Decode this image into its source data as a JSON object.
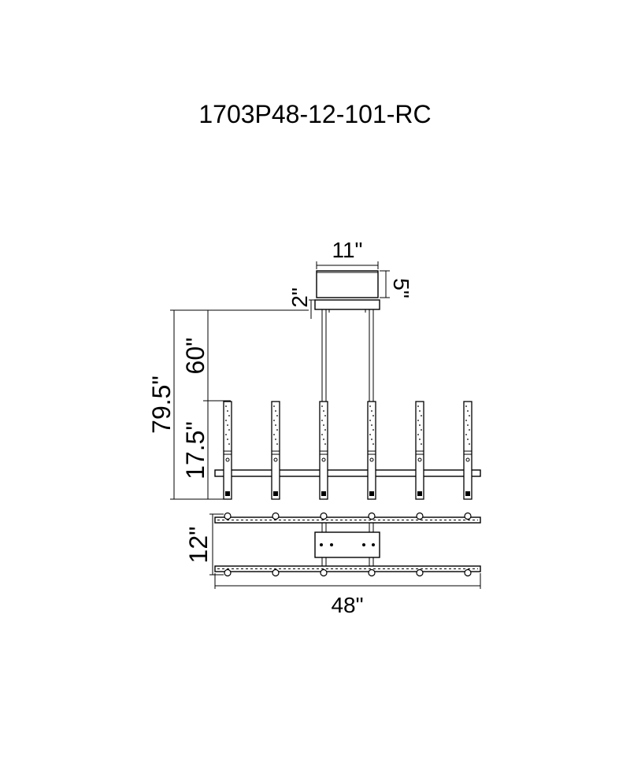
{
  "title": "1703P48-12-101-RC",
  "dimensions": {
    "canopy_width": "11\"",
    "canopy_height": "5\"",
    "canopy_plate": "2\"",
    "overall_height": "79.5\"",
    "cable_length": "60\"",
    "fixture_height": "17.5\"",
    "fixture_depth": "12\"",
    "overall_width": "48\""
  },
  "rods_per_side": 6
}
